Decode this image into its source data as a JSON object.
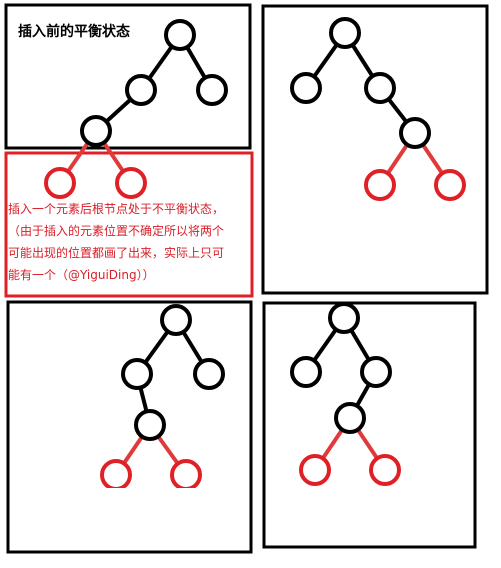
{
  "title": "插入前的平衡状态",
  "note_lines": [
    "插入一个元素后根节点处于不平衡状态，",
    "（由于插入的元素位置不确定所以将两个",
    "可能出现的位置都画了出来，实际上只可",
    "能有一个（@YiguiDing））"
  ],
  "colors": {
    "frame": "#000000",
    "highlight": "#e02027",
    "edge_black": "#000000",
    "edge_red": "#e03a3a"
  }
}
